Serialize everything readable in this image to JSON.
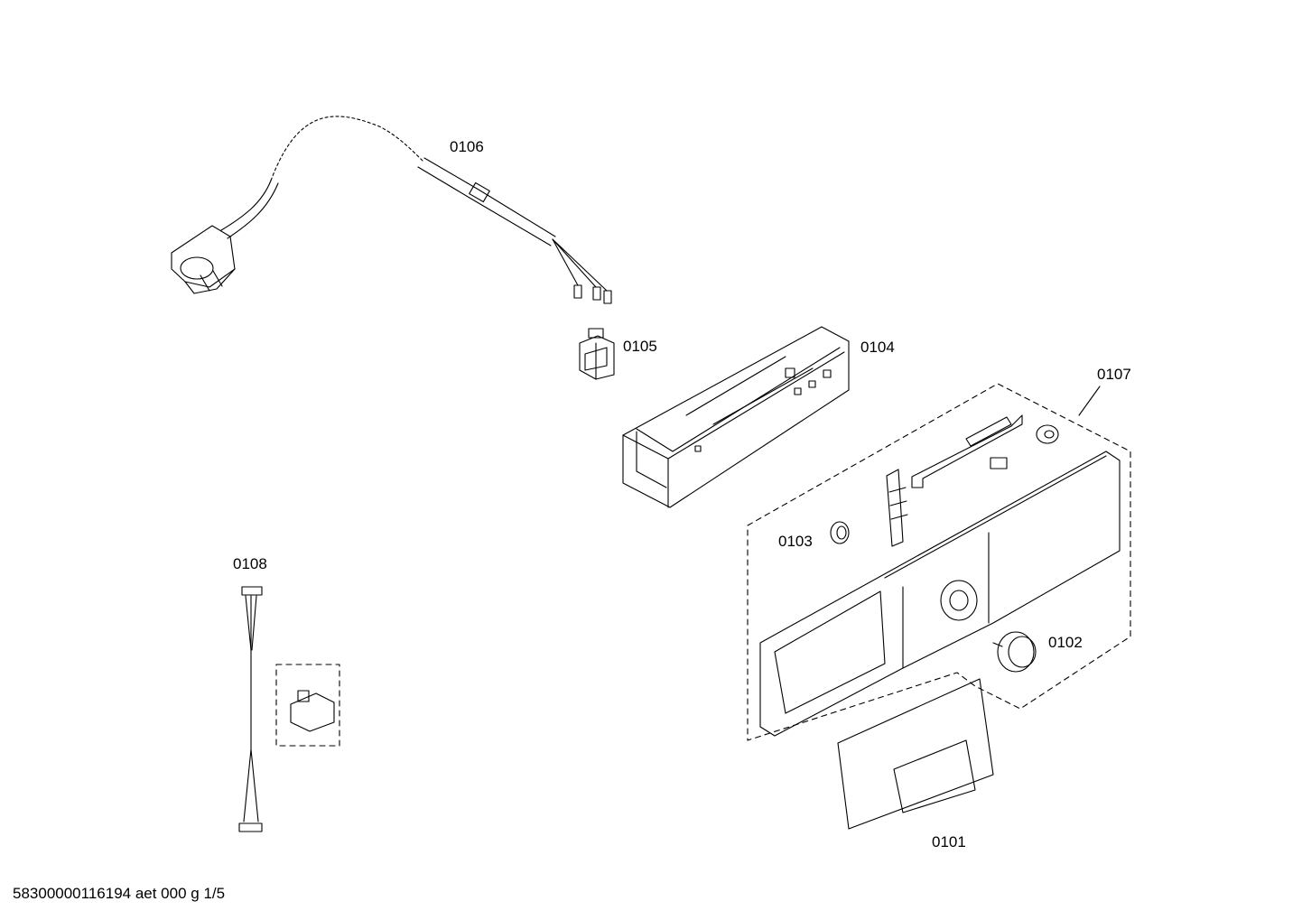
{
  "labels": {
    "p0101": "0101",
    "p0102": "0102",
    "p0103": "0103",
    "p0104": "0104",
    "p0105": "0105",
    "p0106": "0106",
    "p0107": "0107",
    "p0108": "0108"
  },
  "footer": "58300000116194 aet 000 g 1/5"
}
